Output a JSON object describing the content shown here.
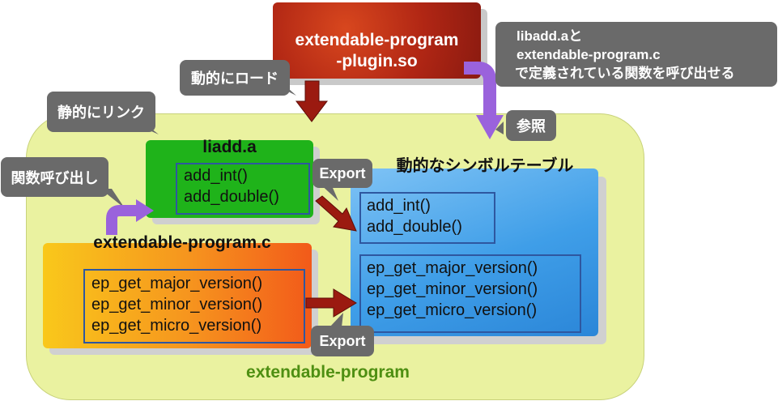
{
  "outer": {
    "label": "extendable-program"
  },
  "plugin": {
    "line1": "extendable-program",
    "line2": "-plugin.so"
  },
  "liadd": {
    "title": "liadd.a",
    "funcs": [
      "add_int()",
      "add_double()"
    ]
  },
  "program_c": {
    "title": "extendable-program.c",
    "funcs": [
      "ep_get_major_version()",
      "ep_get_minor_version()",
      "ep_get_micro_version()"
    ]
  },
  "symbol_table": {
    "title": "動的なシンボルテーブル",
    "group1": [
      "add_int()",
      "add_double()"
    ],
    "group2": [
      "ep_get_major_version()",
      "ep_get_minor_version()",
      "ep_get_micro_version()"
    ]
  },
  "callouts": {
    "dynamic_load": "動的にロード",
    "static_link": "静的にリンク",
    "function_call": "関数呼び出し",
    "reference": "参照",
    "export_top": "Export",
    "export_bottom": "Export",
    "defined_funcs": [
      "libadd.aと",
      "extendable-program.c",
      "で定義されている関数を呼び出せる"
    ]
  },
  "colors": {
    "outer_bg": "#eaf2a0",
    "outer_label": "#4e8f12",
    "plugin": "#b02614",
    "liadd": "#1fb31a",
    "program_c": "#f6941e",
    "symbol_table": "#3f9ee8",
    "callout": "#6a6a6a",
    "arrow_purple": "#9a62dc",
    "arrow_red": "#9b1a10"
  }
}
